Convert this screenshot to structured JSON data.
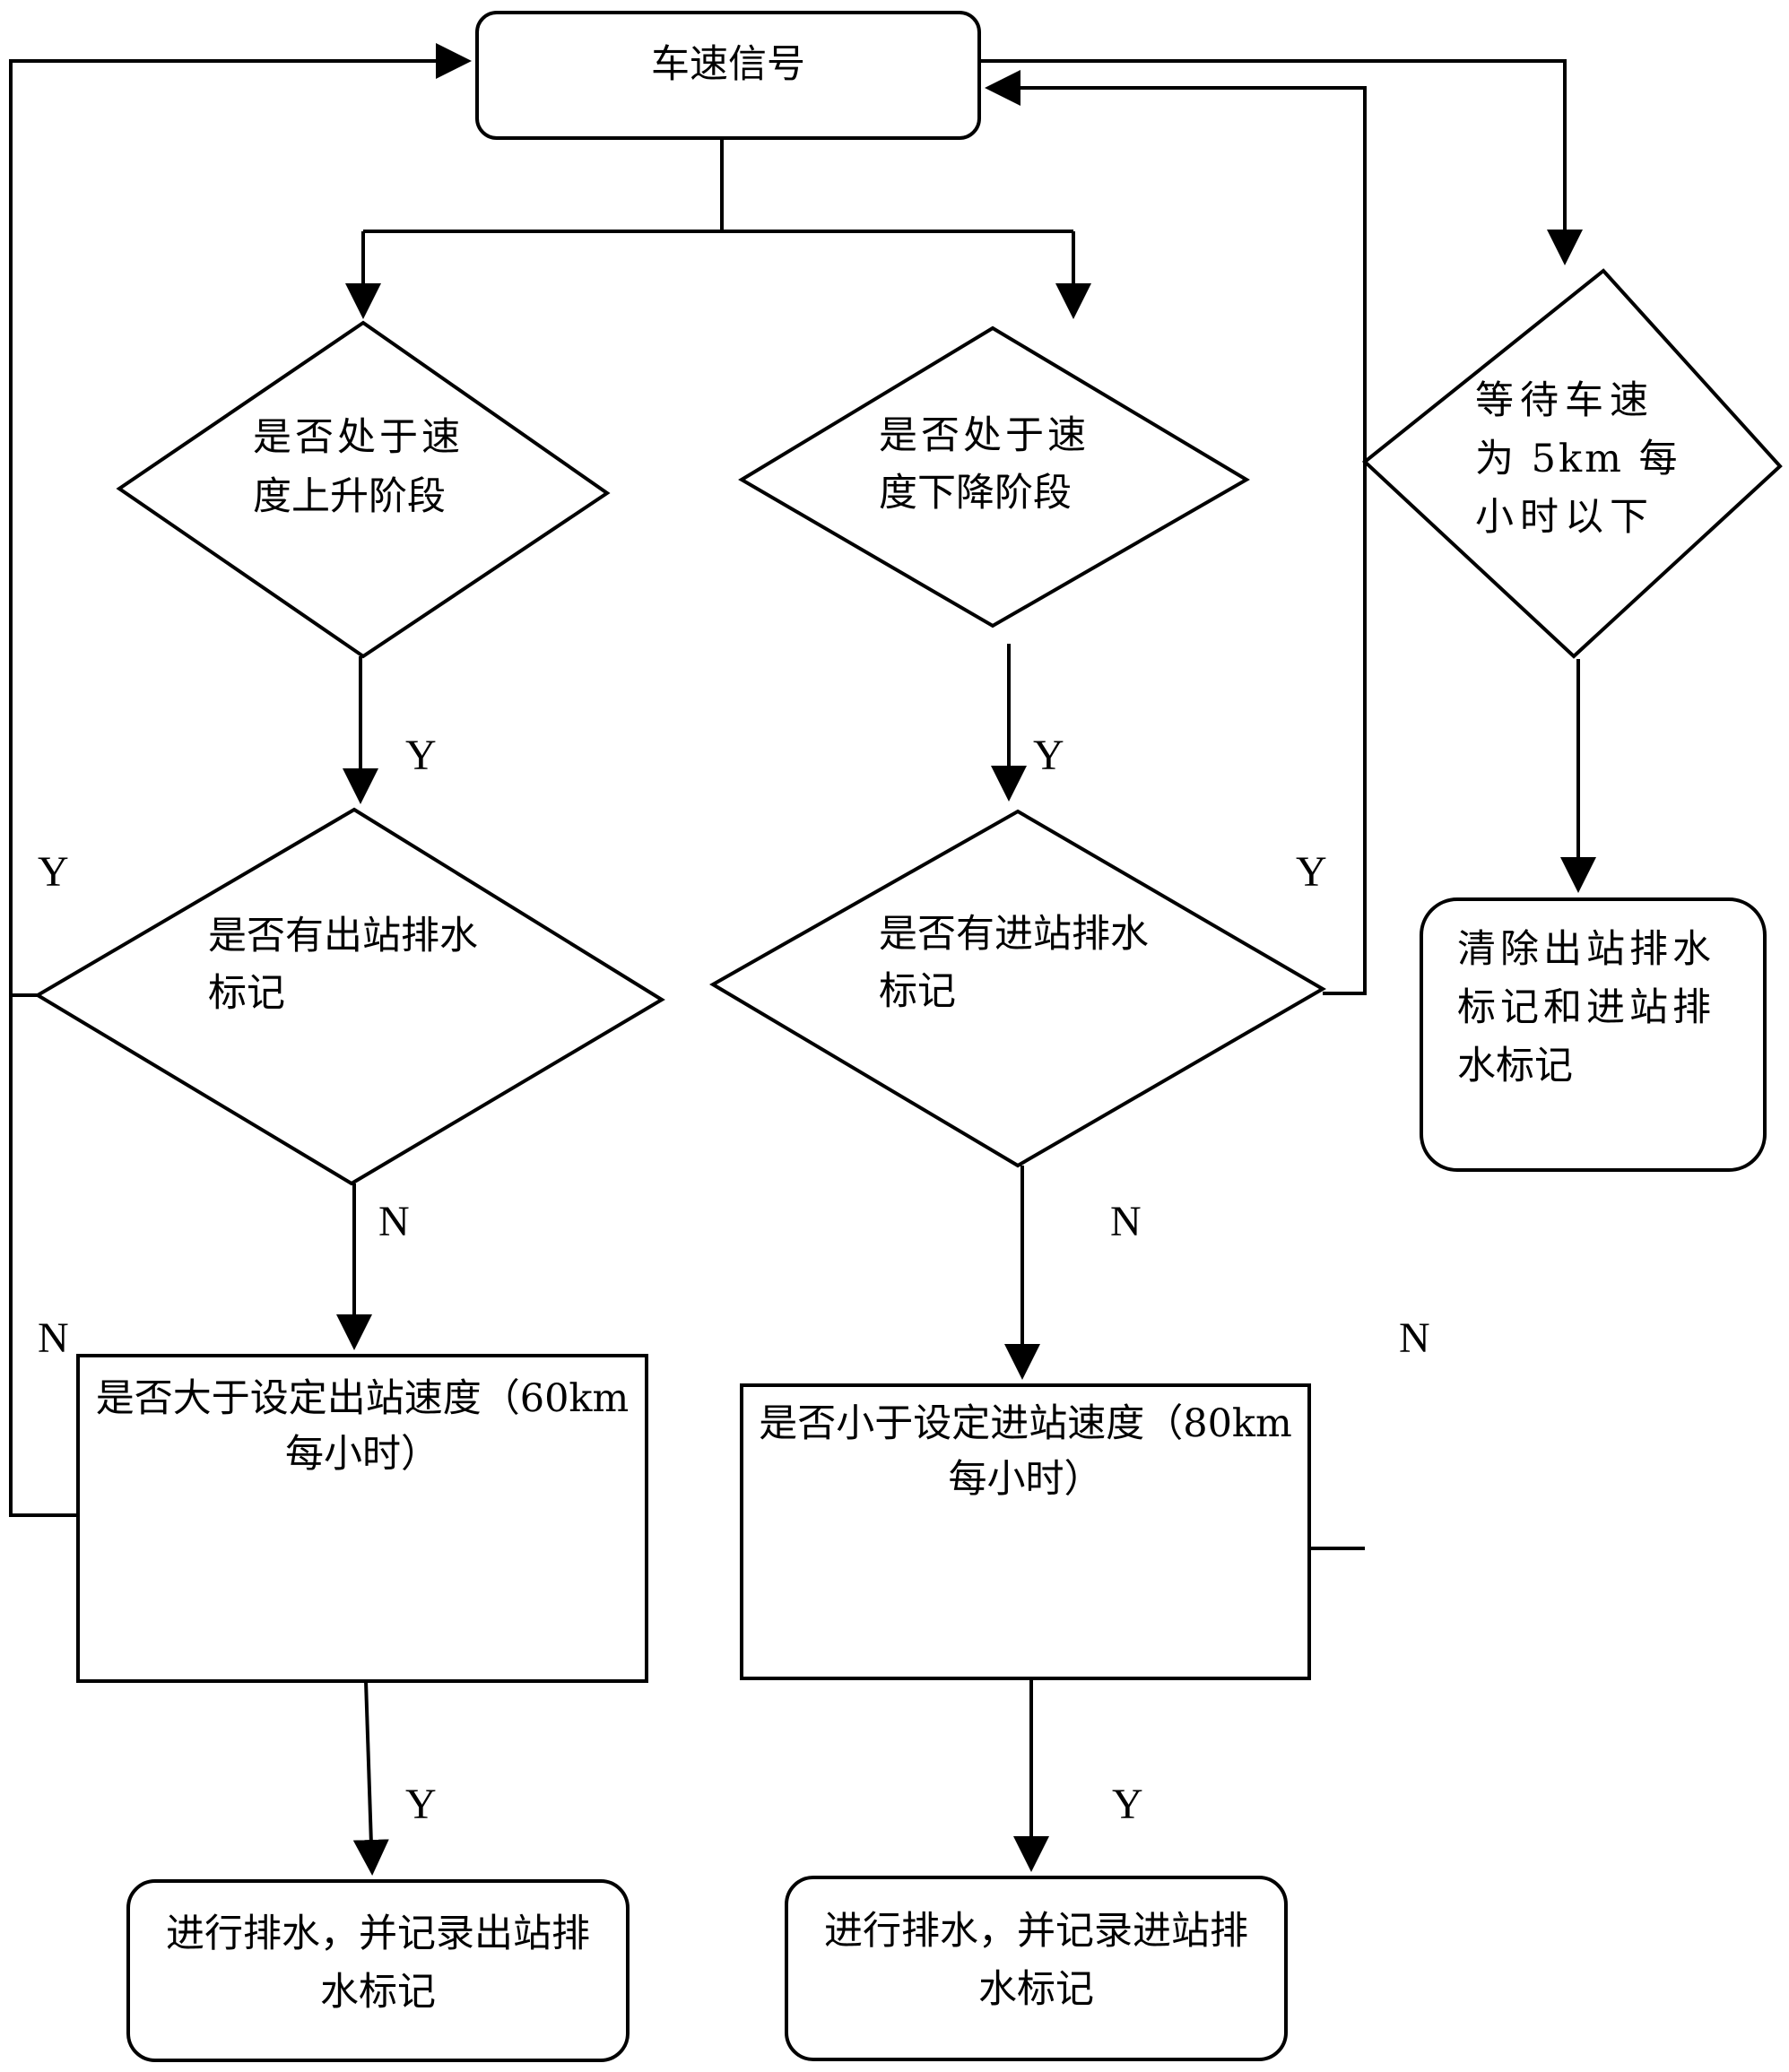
{
  "nodes": {
    "start": {
      "text": "车速信号"
    },
    "rise_decision": {
      "line1": "是否处于速",
      "line2": "度上升阶段"
    },
    "fall_decision": {
      "line1": "是否处于速",
      "line2": "度下降阶段"
    },
    "wait_decision": {
      "line1": "等待车速",
      "line2": "为 5km 每",
      "line3": "小时以下"
    },
    "out_mark_decision": {
      "line1": "是否有出站排水",
      "line2": "标记"
    },
    "in_mark_decision": {
      "line1": "是否有进站排水",
      "line2": "标记"
    },
    "clear_box": {
      "line1": "清除出站排水",
      "line2": "标记和进站排",
      "line3": "水标记"
    },
    "out_speed_box": {
      "line1": "是否大于设定出站速度（60km",
      "line2": "每小时）"
    },
    "in_speed_box": {
      "line1": "是否小于设定进站速度（80km",
      "line2": "每小时）"
    },
    "out_drain_box": {
      "line1": "进行排水，并记录出站排",
      "line2": "水标记"
    },
    "in_drain_box": {
      "line1": "进行排水，并记录进站排",
      "line2": "水标记"
    }
  },
  "edge_labels": {
    "rise_yes": "Y",
    "fall_yes": "Y",
    "out_mark_yes": "Y",
    "in_mark_yes": "Y",
    "out_mark_no": "N",
    "in_mark_no": "N",
    "out_speed_no": "N",
    "in_speed_no": "N",
    "out_speed_yes": "Y",
    "in_speed_yes": "Y"
  }
}
